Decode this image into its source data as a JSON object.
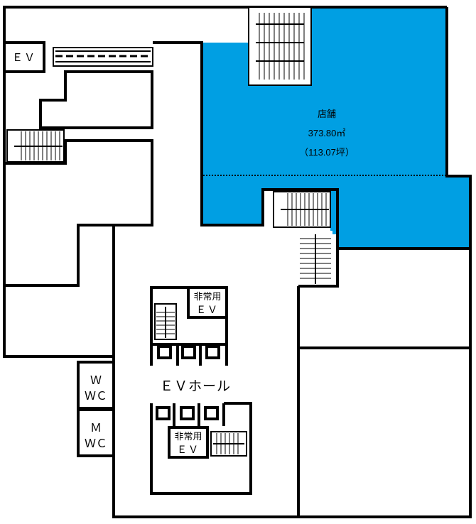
{
  "plan": {
    "highlight_color": "#009FE3",
    "store": {
      "name": "店舗",
      "area_sqm": "373.80㎡",
      "area_tsubo": "（113.07坪）"
    },
    "labels": {
      "ev_topleft": "ＥＶ",
      "emergency_ev_top_1": "非常用",
      "emergency_ev_top_2": "ＥＶ",
      "ev_hall": "ＥＶホール",
      "emergency_ev_bottom_1": "非常用",
      "emergency_ev_bottom_2": "ＥＶ",
      "wwc_1": "Ｗ",
      "wwc_2": "ＷＣ",
      "mwc_1": "Ｍ",
      "mwc_2": "ＷＣ"
    }
  }
}
